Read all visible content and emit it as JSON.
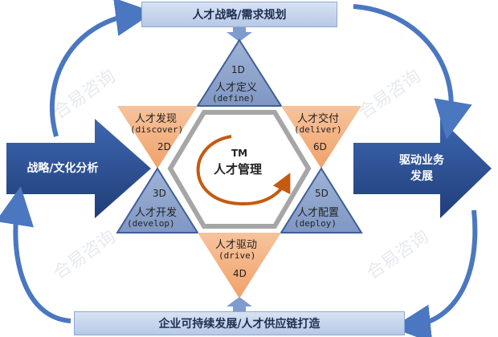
{
  "top_banner": "人才战略/需求规划",
  "bottom_banner": "企业可持续发展/人才供应链打造",
  "left_arrow": "战略/文化分析",
  "right_arrow": [
    "驱动业务",
    "发展"
  ],
  "center": {
    "mark": "TM",
    "title": "人才管理"
  },
  "triangles": [
    {
      "code": "1D",
      "name": "人才定义",
      "en": "(define)"
    },
    {
      "code": "2D",
      "name": "人才发现",
      "en": "(discover)"
    },
    {
      "code": "3D",
      "name": "人才开发",
      "en": "(develop)"
    },
    {
      "code": "4D",
      "name": "人才驱动",
      "en": "(drive)"
    },
    {
      "code": "5D",
      "name": "人才配置",
      "en": "(deploy)"
    },
    {
      "code": "6D",
      "name": "人才交付",
      "en": "(deliver)"
    }
  ],
  "watermark": "合易咨询",
  "colors": {
    "blue_triangle": "#8fa6cc",
    "orange_triangle": "#f4b183",
    "arrow": "#2f5597",
    "cycle": "#c55a11",
    "hexagon": "#a6a6a6"
  }
}
